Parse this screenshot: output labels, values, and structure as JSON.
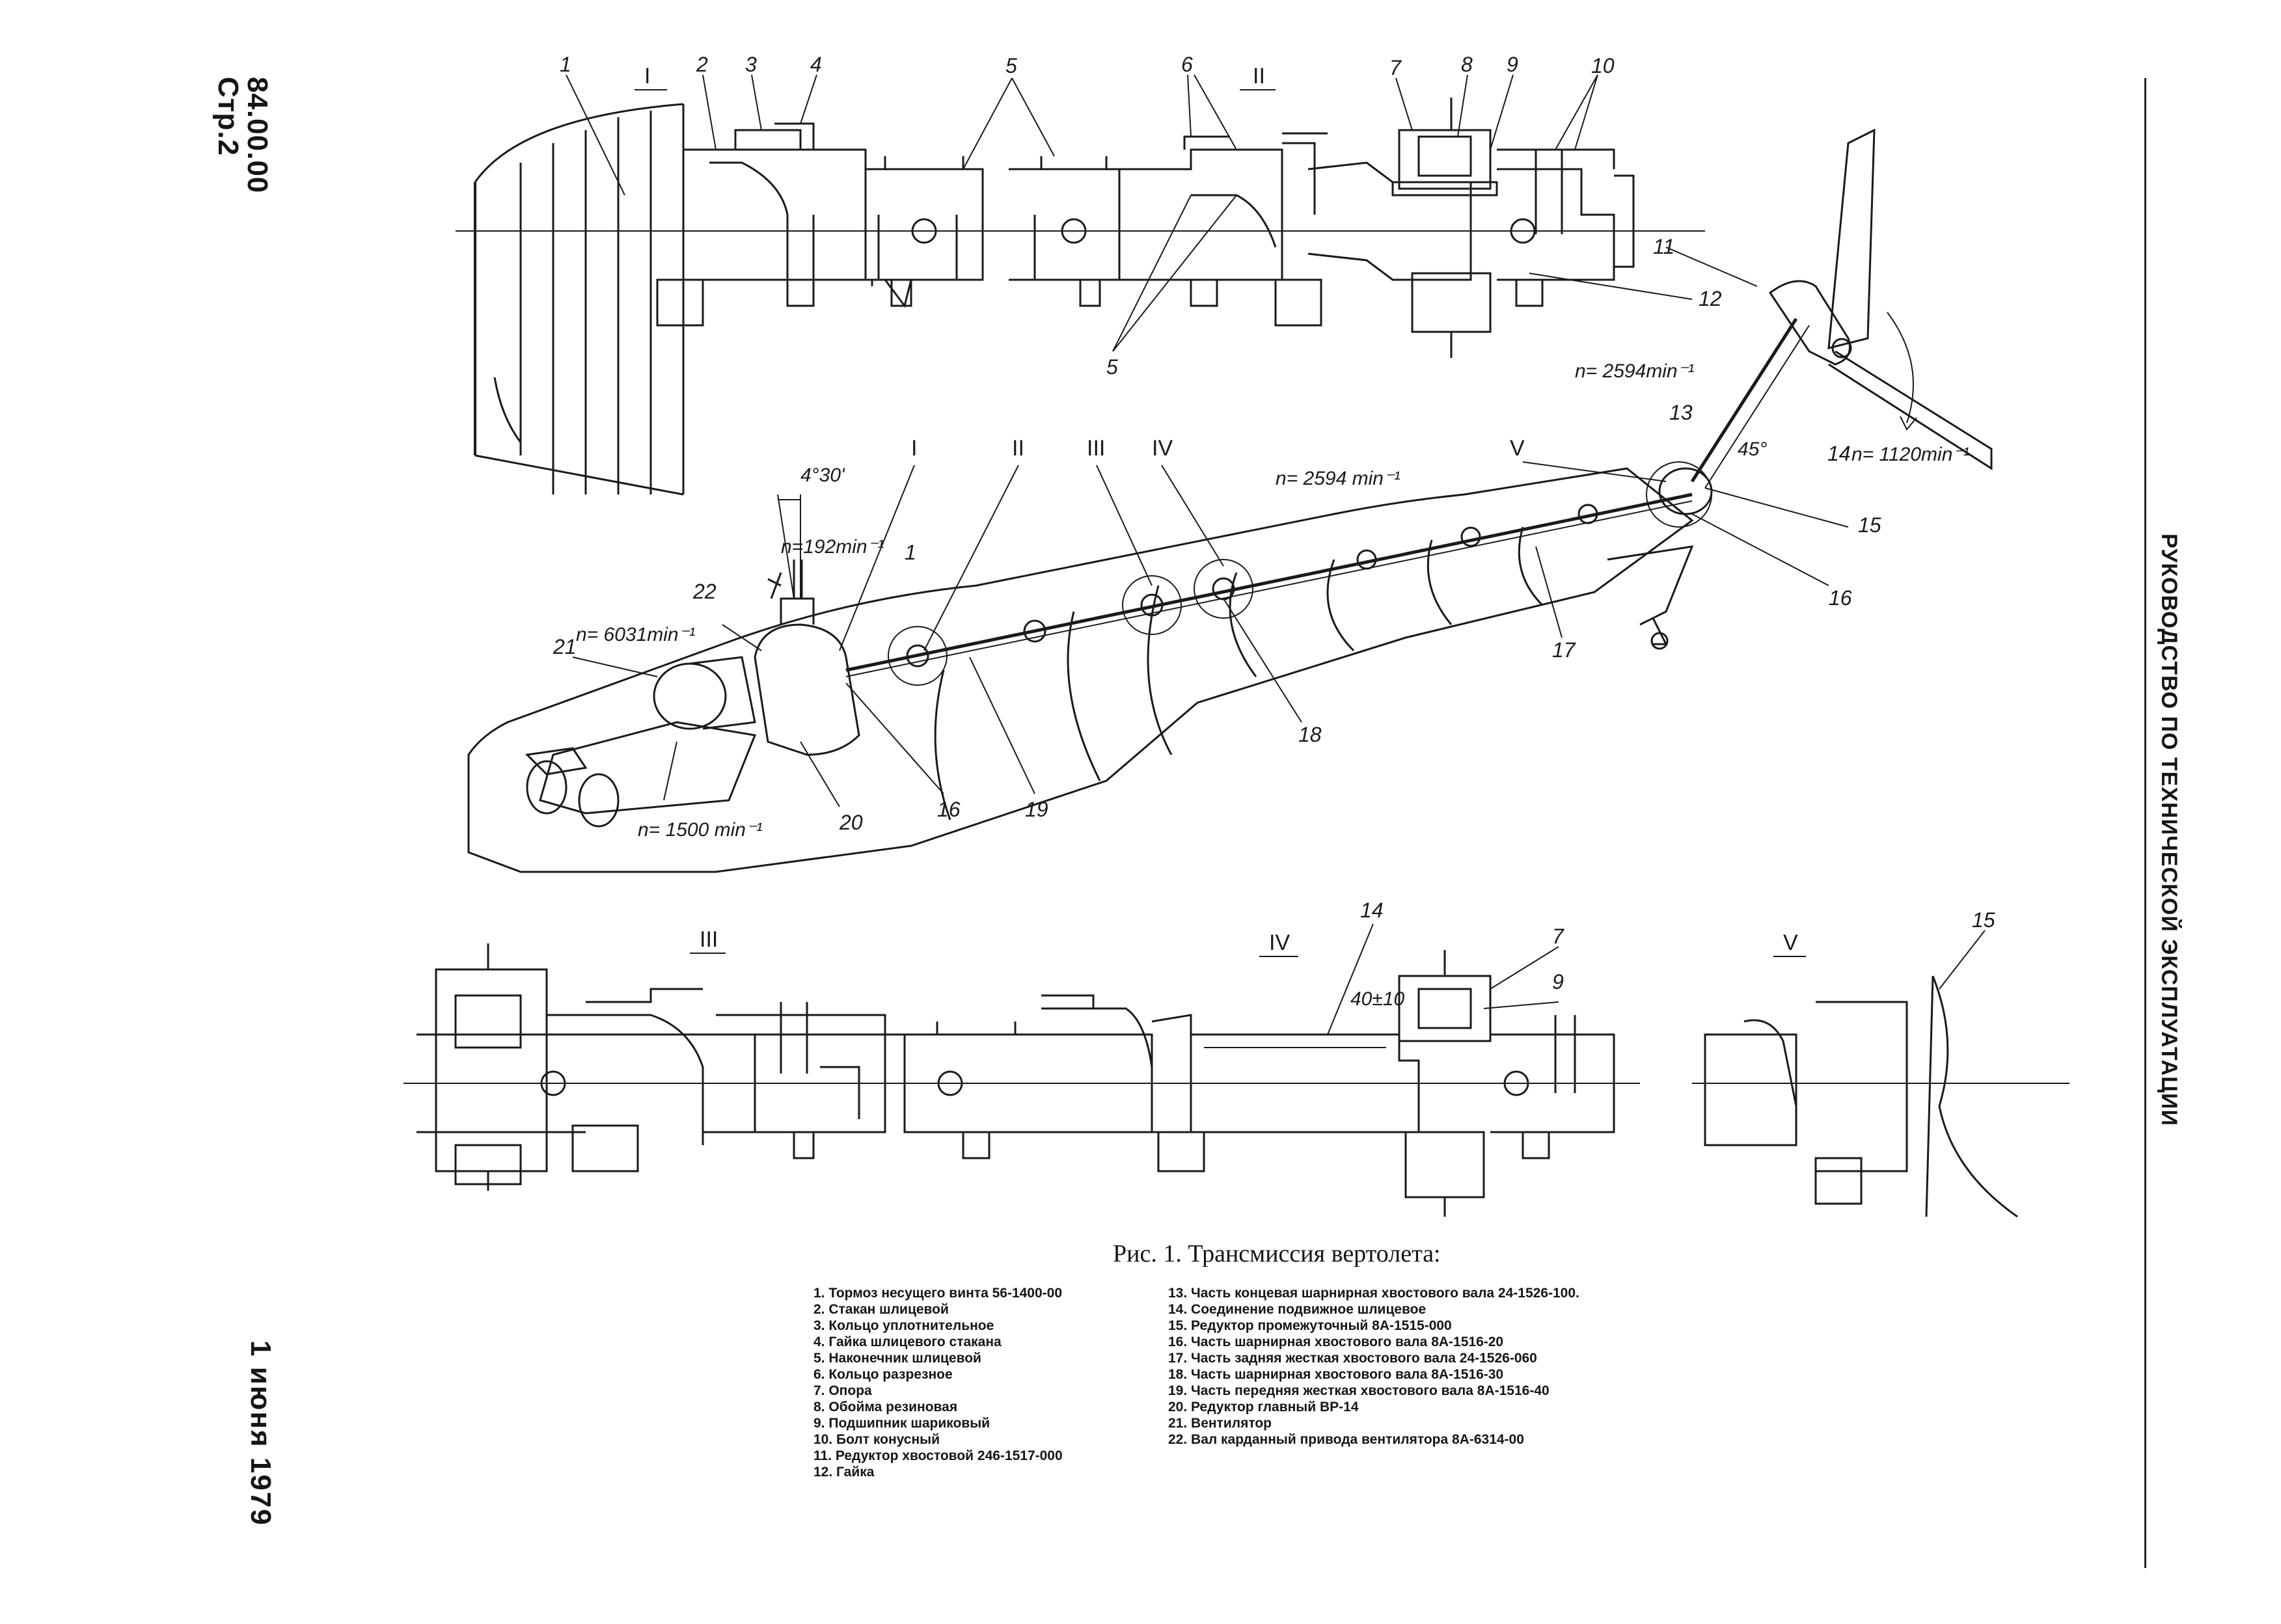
{
  "header": {
    "doc_code": "84.00.00",
    "page": "Стр.2"
  },
  "date": "1 июня 1979",
  "side_title": "РУКОВОДСТВО ПО ТЕХНИЧЕСКОЙ ЭКСПЛУАТАЦИИ",
  "caption": "Рис. 1. Трансмиссия вертолета:",
  "legend_left": [
    "1. Тормоз несущего винта 56-1400-00",
    "2. Стакан шлицевой",
    "3. Кольцо уплотнительное",
    "4. Гайка шлицевого стакана",
    "5. Наконечник шлицевой",
    "6. Кольцо разрезное",
    "7. Опора",
    "8. Обойма резиновая",
    "9. Подшипник шариковый",
    "10. Болт конусный",
    "11. Редуктор хвостовой 246-1517-000",
    "12. Гайка"
  ],
  "legend_right": [
    "13. Часть концевая шарнирная хвостового вала 24-1526-100.",
    "14. Соединение подвижное шлицевое",
    "15. Редуктор промежуточный 8А-1515-000",
    "16. Часть шарнирная хвостового вала 8А-1516-20",
    "17. Часть задняя жесткая хвостового вала 24-1526-060",
    "18. Часть шарнирная хвостового вала 8А-1516-30",
    "19. Часть передняя жесткая хвостового вала 8А-1516-40",
    "20. Редуктор главный ВР-14",
    "21. Вентилятор",
    "22. Вал карданный привода вентилятора 8А-6314-00"
  ],
  "diagram": {
    "view_labels": [
      "I",
      "II",
      "III",
      "IV",
      "V"
    ],
    "speeds": {
      "tail_shaft": "n= 2594 min⁻¹",
      "tail_shaft_inclined": "n= 2594min⁻¹",
      "tail_rotor": "n= 1120min⁻¹",
      "main_rotor": "n=192min⁻¹",
      "fan": "n= 6031min⁻¹",
      "engines": "n= 1500 min⁻¹"
    },
    "angle_main": "4°30'",
    "angle_tail": "45°",
    "dimension": "40±10",
    "callouts": [
      "1",
      "2",
      "3",
      "4",
      "5",
      "6",
      "7",
      "8",
      "9",
      "10",
      "11",
      "12",
      "13",
      "14",
      "15",
      "16",
      "17",
      "18",
      "19",
      "20",
      "21",
      "22"
    ]
  }
}
